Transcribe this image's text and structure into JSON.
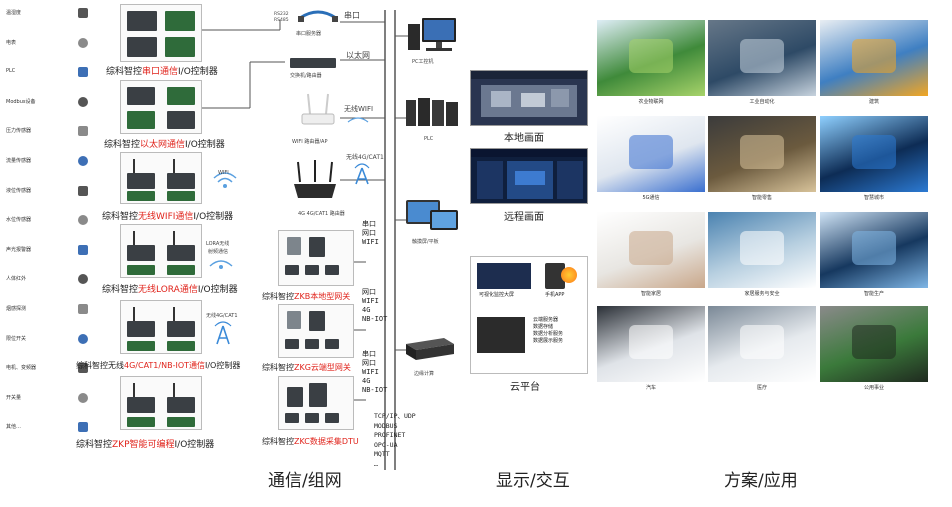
{
  "sensors": [
    {
      "label": "温湿度",
      "icon": "thermometer-icon"
    },
    {
      "label": "电表",
      "icon": "meter-icon"
    },
    {
      "label": "PLC",
      "icon": "plc-icon"
    },
    {
      "label": "Modbus设备",
      "icon": "modbus-device-icon"
    },
    {
      "label": "压力传感器",
      "icon": "pressure-sensor-icon"
    },
    {
      "label": "流量传感器",
      "icon": "flow-sensor-icon"
    },
    {
      "label": "液位传感器",
      "icon": "level-sensor-icon"
    },
    {
      "label": "水位传感器",
      "icon": "water-sensor-icon"
    },
    {
      "label": "声光报警器",
      "icon": "alarm-icon"
    },
    {
      "label": "人体红外",
      "icon": "infrared-icon"
    },
    {
      "label": "烟感探测",
      "icon": "smoke-detector-icon"
    },
    {
      "label": "限位开关",
      "icon": "limit-switch-icon"
    },
    {
      "label": "电机、变频器",
      "icon": "motor-icon"
    },
    {
      "label": "开关量",
      "icon": "switch-icon"
    },
    {
      "label": "其他…",
      "icon": "other-icon"
    }
  ],
  "controllers": [
    {
      "prefix": "综科智控",
      "highlight": "串口通信",
      "suffix": "I/O控制器"
    },
    {
      "prefix": "综科智控",
      "highlight": "以太网通信",
      "suffix": "I/O控制器"
    },
    {
      "prefix": "综科智控",
      "highlight": "无线WIFI通信",
      "suffix": "I/O控制器"
    },
    {
      "prefix": "综科智控",
      "highlight": "无线LORA通信",
      "suffix": "I/O控制器"
    },
    {
      "prefix": "综科智控无线",
      "highlight": "4G/CAT1/NB-IOT通信",
      "suffix": "I/O控制器"
    },
    {
      "prefix": "综科智控",
      "highlight": "ZKP智能可编程",
      "suffix": "I/O控制器"
    }
  ],
  "wireless_tags": {
    "wifi": "WIFI",
    "lora": "LORA无线",
    "lora2": "射频通信",
    "cat1": "无线4G/CAT1"
  },
  "network_devices": [
    {
      "label": "串口服务器",
      "sub": "RS232\nRS485"
    },
    {
      "label": "交换机/路由器"
    },
    {
      "label": "WIFI 路由器/AP"
    },
    {
      "label": "4G 4G/CAT1 路由器"
    }
  ],
  "links": {
    "serial": "串口",
    "ethernet": "以太网",
    "wifi": "无线WIFI",
    "cat1": "无线4G/CAT1"
  },
  "gateways": [
    {
      "prefix": "综科智控",
      "highlight": "ZKB本地型网关",
      "protocols": "串口\n网口\nWIFI"
    },
    {
      "prefix": "综科智控",
      "highlight": "ZKG云端型网关",
      "protocols": "网口\nWIFI\n4G\nNB-IOT"
    },
    {
      "prefix": "综科智控",
      "highlight": "ZKC数据采集DTU",
      "protocols": "串口\n网口\nWIFI\n4G\nNB-IOT"
    }
  ],
  "protocols_list": "TCP/IP、UDP\nMODBUS\nPROFINET\nOPC-UA\nMQTT\n…",
  "display_devices": [
    {
      "label": "PC工控机"
    },
    {
      "label": "PLC"
    },
    {
      "label": "触摸屏/平板"
    },
    {
      "label": "边缘计算"
    }
  ],
  "screens": {
    "local": "本地画面",
    "remote": "远程画面",
    "cloud": "云平台",
    "big_screen": "可视化监控大屏",
    "app": "手机APP",
    "cloud_lines": "云端服务器\n数据存储\n数据分析服务\n数据展示服务"
  },
  "section_titles": {
    "network": "通信/组网",
    "display": "显示/交互",
    "solution": "方案/应用"
  },
  "applications": [
    {
      "label": "农业物联网",
      "palette": [
        "#3f8a3a",
        "#a7d36a",
        "#dfeef7"
      ]
    },
    {
      "label": "工业自动化",
      "palette": [
        "#2e4a66",
        "#c7d3de",
        "#667788"
      ]
    },
    {
      "label": "建筑",
      "palette": [
        "#3f7fc2",
        "#f2a623",
        "#e9eef3"
      ]
    },
    {
      "label": "5G通信",
      "palette": [
        "#dfe6ef",
        "#3a6fcf",
        "#ffffff"
      ]
    },
    {
      "label": "智能零售",
      "palette": [
        "#6b5a3e",
        "#d8c39a",
        "#3b3b3b"
      ]
    },
    {
      "label": "智慧城市",
      "palette": [
        "#0d2c55",
        "#2c7ad3",
        "#8fd0ff"
      ]
    },
    {
      "label": "智能家居",
      "palette": [
        "#e8e6e2",
        "#c9a78a",
        "#ffffff"
      ]
    },
    {
      "label": "家居服务与安全",
      "palette": [
        "#b7cfe0",
        "#ffffff",
        "#4a82b0"
      ]
    },
    {
      "label": "智能生产",
      "palette": [
        "#16385f",
        "#7fb6e6",
        "#cfe3f5"
      ]
    },
    {
      "label": "汽车",
      "palette": [
        "#dfe3e8",
        "#ffffff",
        "#2a2f36"
      ]
    },
    {
      "label": "医疗",
      "palette": [
        "#e6eaee",
        "#ffffff",
        "#7a8896"
      ]
    },
    {
      "label": "公用事业",
      "palette": [
        "#3b7a3b",
        "#1f2a1f",
        "#8a8a8a"
      ]
    }
  ]
}
